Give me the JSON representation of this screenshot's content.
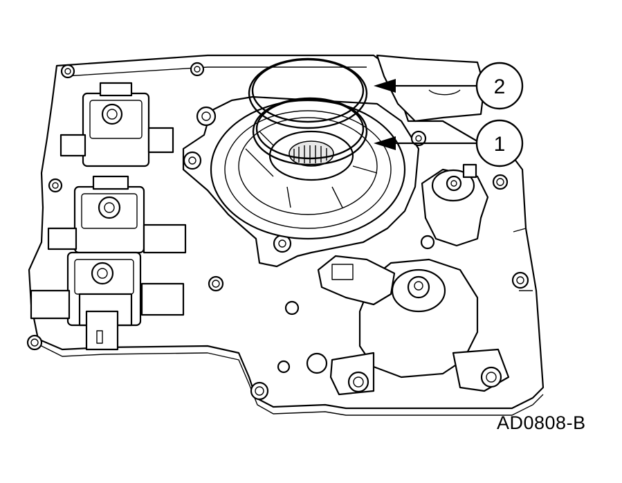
{
  "figure": {
    "id_label": "AD0808-B"
  },
  "callouts": [
    {
      "number": "1"
    },
    {
      "number": "2"
    }
  ],
  "colors": {
    "ink": "#000000",
    "paper": "#ffffff"
  }
}
